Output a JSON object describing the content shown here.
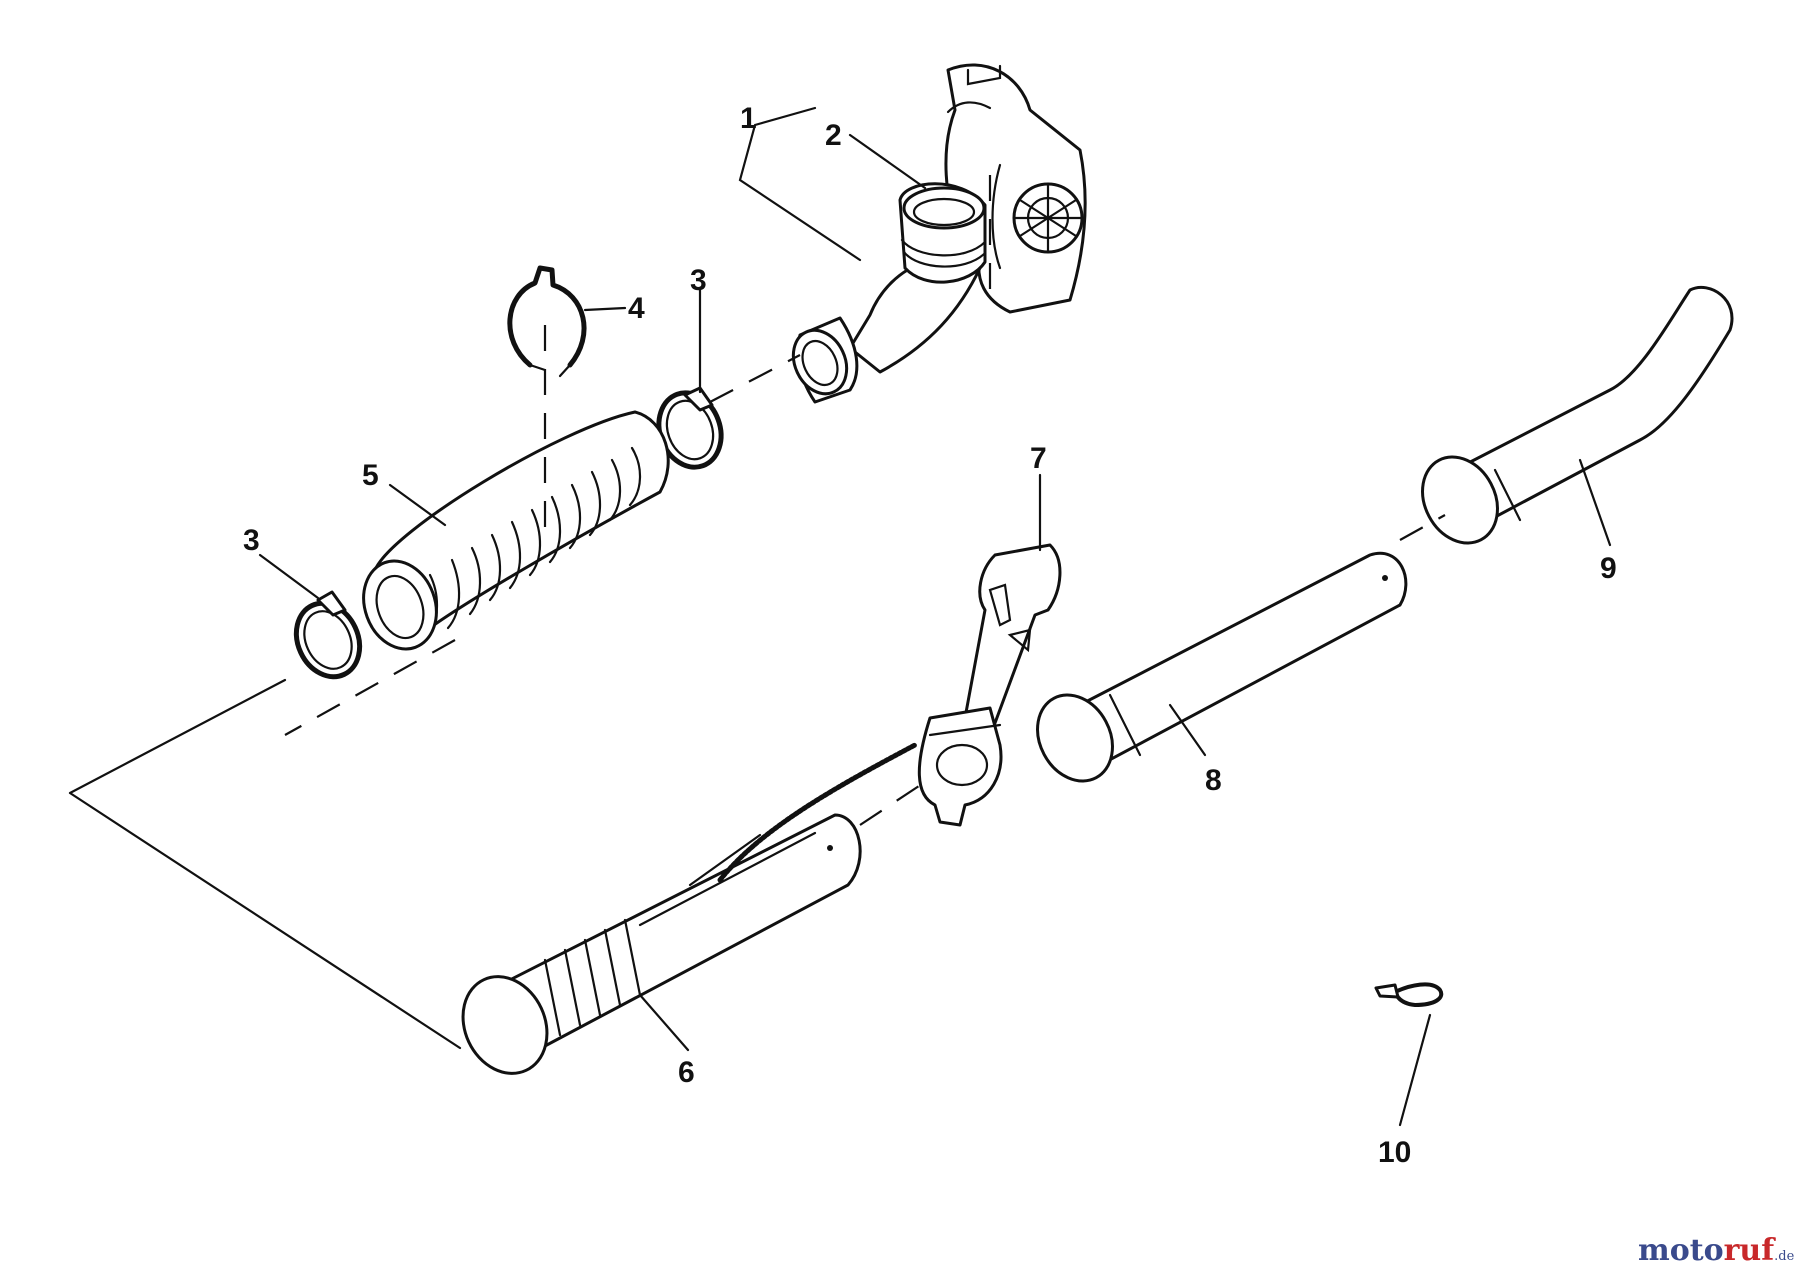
{
  "callouts": {
    "c1": "1",
    "c2": "2",
    "c3a": "3",
    "c3b": "3",
    "c4": "4",
    "c5": "5",
    "c6": "6",
    "c7": "7",
    "c8": "8",
    "c9": "9",
    "c10": "10"
  },
  "watermark": {
    "part_a": "moto",
    "part_b": "ruf",
    "suffix": ".de"
  },
  "colors": {
    "line": "#111111",
    "watermark_blue": "#3a4a8c",
    "watermark_red": "#c8282a"
  }
}
